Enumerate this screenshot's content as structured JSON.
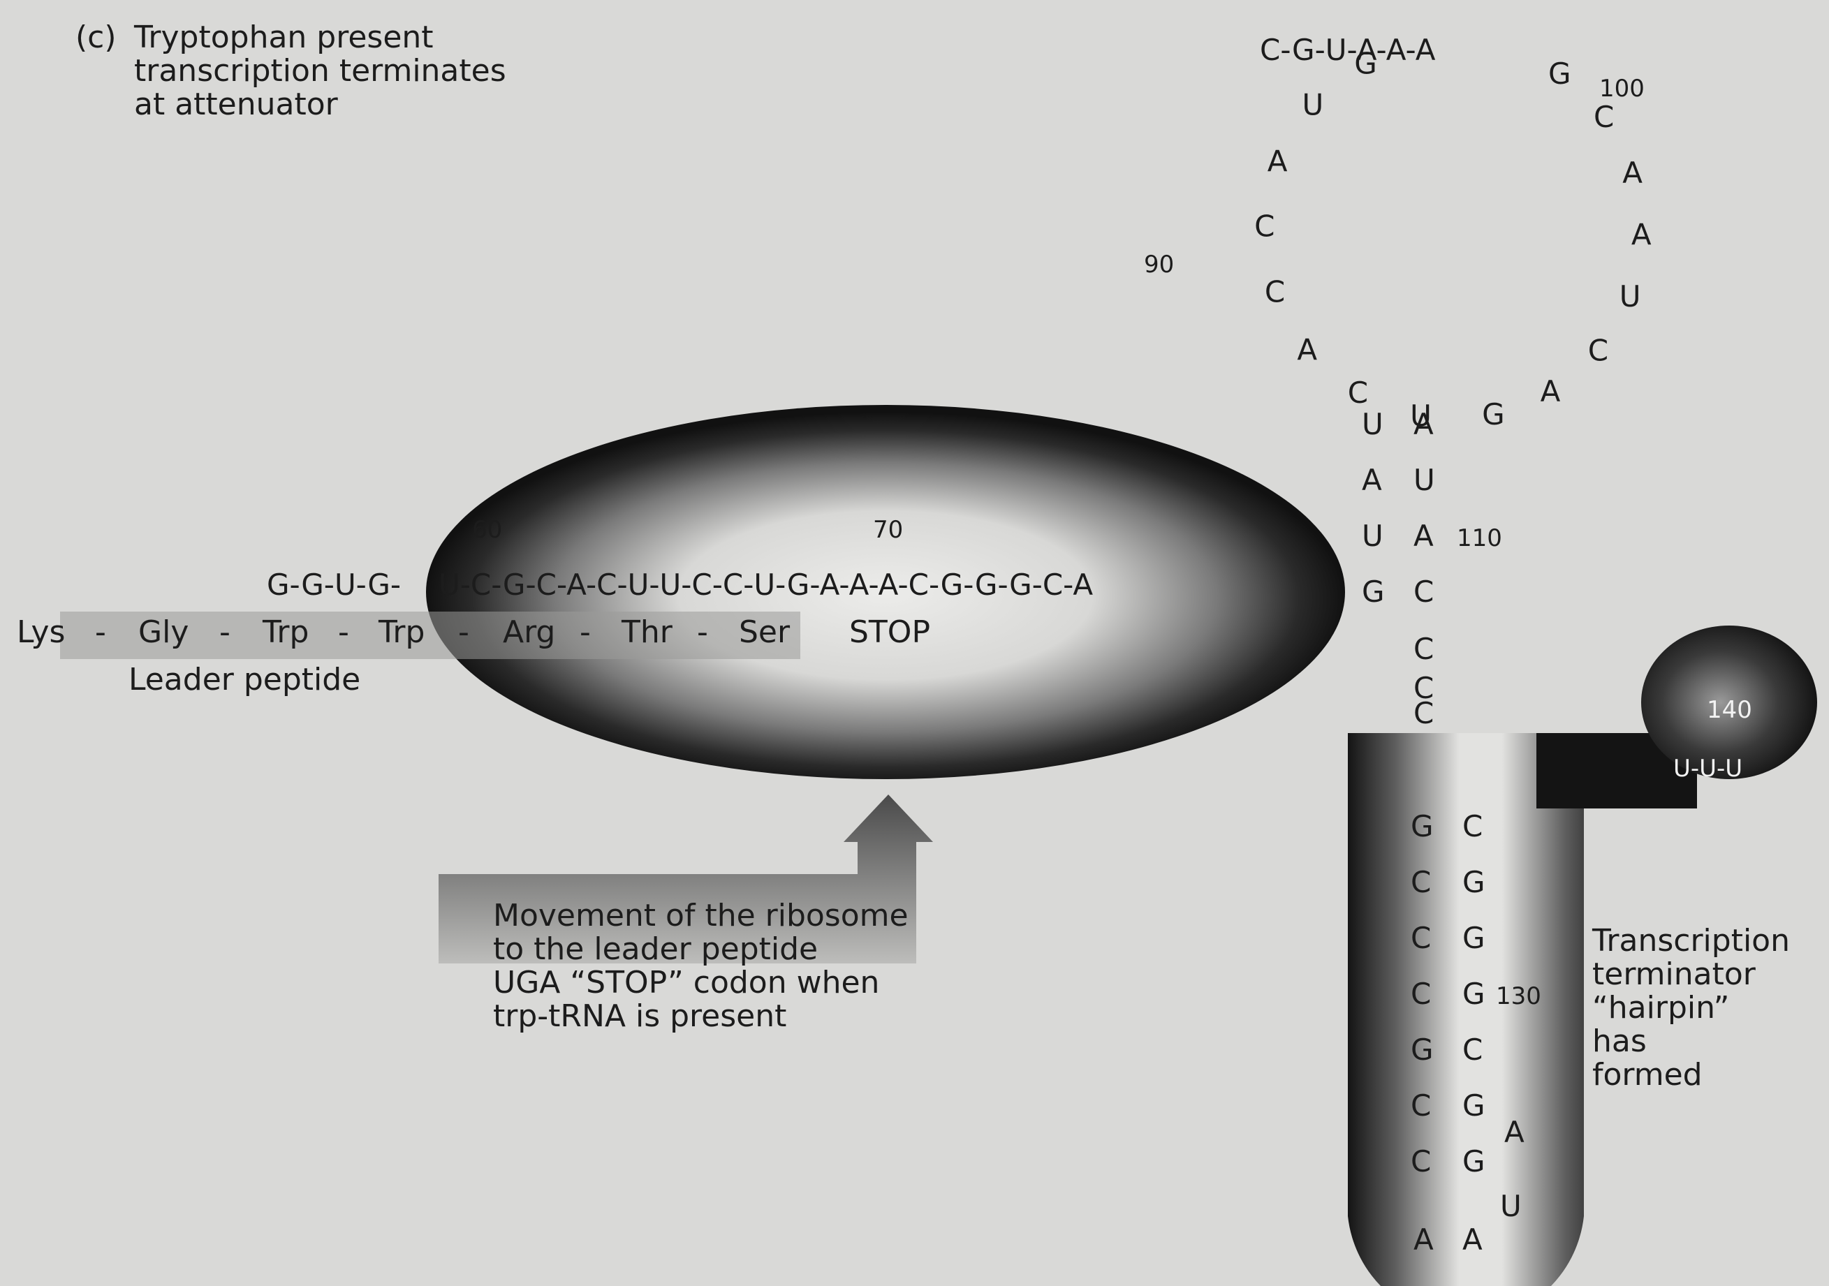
{
  "caption": {
    "panel": "(c)",
    "lines": [
      "Tryptophan present",
      "transcription terminates",
      "at attenuator"
    ]
  },
  "leader_rna": {
    "prefix": "G-G-U-G-",
    "inner": "U-C-G-C-A-C-U-U-C-C-U-G-A-A-A-C-G-G-G-C-A",
    "pos_60": "60",
    "pos_70": "70"
  },
  "peptide": {
    "residues": [
      "Lys",
      "-",
      "Gly",
      "-",
      "Trp",
      "-",
      "Trp",
      "-",
      "Arg",
      "-",
      "Thr",
      "-",
      "Ser"
    ],
    "stop": "STOP",
    "label": "Leader peptide"
  },
  "ribosome_note": {
    "lines": [
      "Movement of the ribosome",
      "to the leader peptide",
      "UGA “STOP” codon when",
      "trp-tRNA is present"
    ]
  },
  "loop": {
    "left_side": [
      "G",
      "U",
      "A",
      "C",
      "C",
      "A",
      "C",
      "U"
    ],
    "top": "C-G-U-A-A-A",
    "right_side": [
      "G",
      "C",
      "A",
      "A",
      "U",
      "C",
      "A",
      "G"
    ],
    "pos_90": "90",
    "pos_100": "100"
  },
  "stem1": {
    "pairs": [
      [
        "U",
        "A"
      ],
      [
        "A",
        "U"
      ],
      [
        "U",
        "A"
      ],
      [
        "G",
        "C"
      ]
    ],
    "pos_110": "110",
    "tail": [
      "C",
      "C",
      "C"
    ]
  },
  "terminator": {
    "pairs": [
      [
        "G",
        "C"
      ],
      [
        "C",
        "G"
      ],
      [
        "C",
        "G"
      ],
      [
        "C",
        "G"
      ],
      [
        "G",
        "C"
      ],
      [
        "C",
        "G"
      ],
      [
        "C",
        "G"
      ]
    ],
    "loop": [
      "A",
      "U",
      "A",
      "A"
    ],
    "pos_130": "130",
    "pos_140": "140",
    "tail": "U-U-U",
    "label": [
      "Transcription",
      "terminator",
      "“hairpin”",
      "has",
      "formed"
    ]
  },
  "colors": {
    "background": "#d9d9d7",
    "ribosome_dark": "#151515",
    "ribosome_light": "#e6e6e4",
    "arrow": "#5a5a5a",
    "peptide_band": "#9b9b99"
  }
}
